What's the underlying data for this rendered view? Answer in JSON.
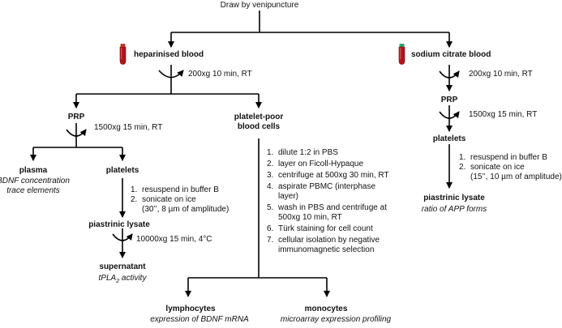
{
  "top": {
    "title": "Draw by venipuncture"
  },
  "left_branch": {
    "tube_label": "heparinised  blood",
    "spin1": "200xg 10 min, RT",
    "prp": "PRP",
    "spin2": "1500xg 15 min, RT",
    "plasma": "plasma",
    "plasma_uses": [
      "BDNF concentration",
      "trace elements"
    ],
    "platelets": "platelets",
    "platelet_steps": [
      {
        "num": "1.",
        "lines": [
          "resuspend in buffer B"
        ]
      },
      {
        "num": "2.",
        "lines": [
          "sonicate on ice",
          "(30’’, 8 µm of amplitude)"
        ]
      }
    ],
    "lysate": "piastrinic lysate",
    "spin3": "10000xg 15 min, 4°C",
    "supernatant": "supernatant",
    "activity_prefix": "tPLA",
    "activity_sub": "2",
    "activity_suffix": " activity"
  },
  "middle_branch": {
    "title_line1": "platelet-poor",
    "title_line2": "blood cells",
    "steps": [
      {
        "num": "1.",
        "lines": [
          "dilute 1:2 in PBS"
        ]
      },
      {
        "num": "2.",
        "lines": [
          "layer on Ficoll-Hypaque"
        ]
      },
      {
        "num": "3.",
        "lines": [
          "centrifuge at 500xg 30 min, RT"
        ]
      },
      {
        "num": "4.",
        "lines": [
          "aspirate PBMC (interphase",
          "layer)"
        ]
      },
      {
        "num": "5.",
        "lines": [
          "wash in PBS and centrifuge at",
          "500xg 10 min, RT"
        ]
      },
      {
        "num": "6.",
        "lines": [
          "Türk staining for cell count"
        ]
      },
      {
        "num": "7.",
        "lines": [
          "cellular isolation by negative",
          "immunomagnetic selection"
        ]
      }
    ],
    "lymphocytes": "lymphocytes",
    "lymphocytes_use": "expression of BDNF mRNA",
    "monocytes": "monocytes",
    "monocytes_use": "microarray expression profiling"
  },
  "right_branch": {
    "tube_label": "sodium citrate blood",
    "spin1": "200xg 10 min, RT",
    "prp": "PRP",
    "spin2": "1500xg 15 min, RT",
    "platelets": "platelets",
    "steps": [
      {
        "num": "1.",
        "lines": [
          "resuspend in buffer B"
        ]
      },
      {
        "num": "2.",
        "lines": [
          "sonicate on ice",
          "(15’’, 10 µm of amplitude)"
        ]
      }
    ],
    "lysate": "piastrinic lysate",
    "use": "ratio of APP forms"
  },
  "colors": {
    "blood": "#b0141b",
    "cap_heparin": "#c0392b",
    "cap_citrate": "#2e9e6b",
    "line": "#000000"
  }
}
